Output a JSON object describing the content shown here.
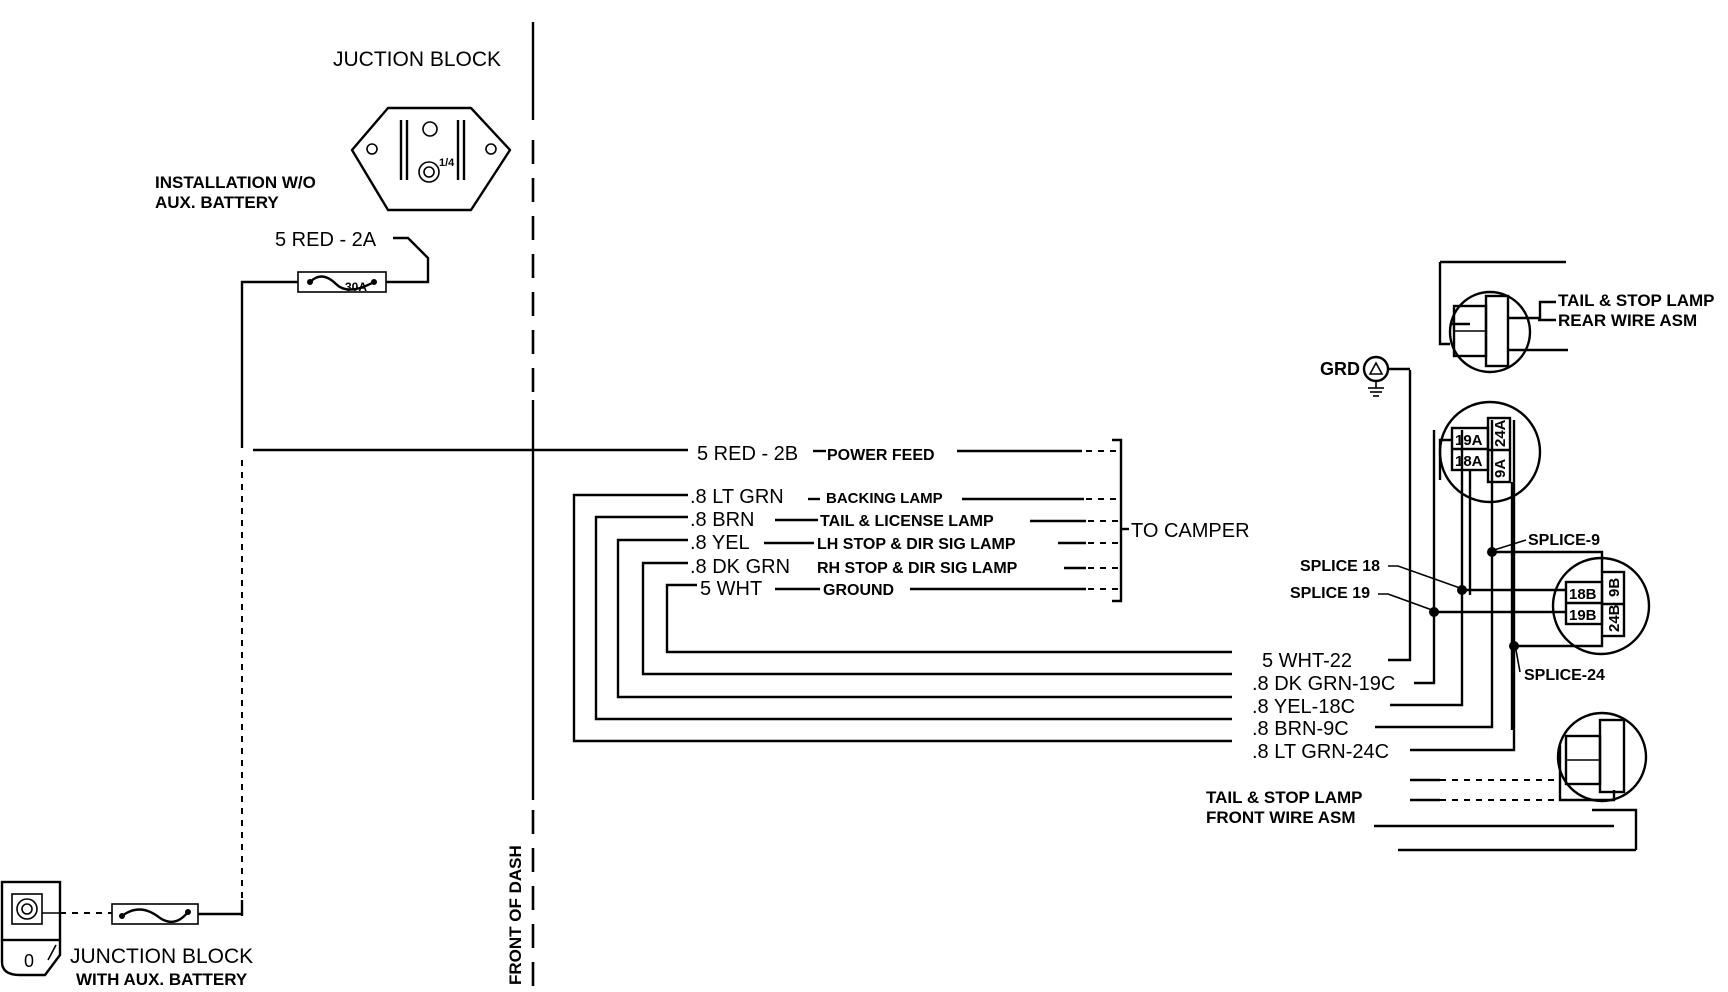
{
  "labels": {
    "junction_block_top": "JUCTION BLOCK",
    "installation_1": "INSTALLATION W/O",
    "installation_2": "AUX. BATTERY",
    "red_2a": "5 RED - 2A",
    "fuse_30a": "30A",
    "quarter": "1/4",
    "front_of_dash": "FRONT OF DASH",
    "junction_block_bottom_1": "JUNCTION BLOCK",
    "junction_block_bottom_2": "WITH AUX. BATTERY",
    "block_zero": "0",
    "to_camper": "TO CAMPER",
    "grd": "GRD",
    "tail_stop_rear_1": "TAIL & STOP LAMP",
    "tail_stop_rear_2": "REAR WIRE ASM",
    "tail_stop_front_1": "TAIL & STOP LAMP",
    "tail_stop_front_2": "FRONT WIRE ASM",
    "splice_9": "SPLICE-9",
    "splice_18": "SPLICE 18",
    "splice_19": "SPLICE 19",
    "splice_24": "SPLICE-24"
  },
  "camper_wires": [
    {
      "wire": "5 RED - 2B",
      "function": "POWER FEED"
    },
    {
      "wire": ".8 LT GRN",
      "function": "BACKING LAMP"
    },
    {
      "wire": ".8 BRN",
      "function": "TAIL & LICENSE LAMP"
    },
    {
      "wire": ".8 YEL",
      "function": "LH STOP & DIR SIG LAMP"
    },
    {
      "wire": ".8 DK GRN",
      "function": "RH STOP & DIR SIG LAMP"
    },
    {
      "wire": "5 WHT",
      "function": "GROUND"
    }
  ],
  "rear_wires": [
    "5 WHT-22",
    ".8 DK GRN-19C",
    ".8 YEL-18C",
    ".8 BRN-9C",
    ".8 LT GRN-24C"
  ],
  "connector_a": [
    "19A",
    "18A",
    "24A",
    "9A"
  ],
  "connector_b": [
    "18B",
    "19B",
    "9B",
    "24B"
  ]
}
